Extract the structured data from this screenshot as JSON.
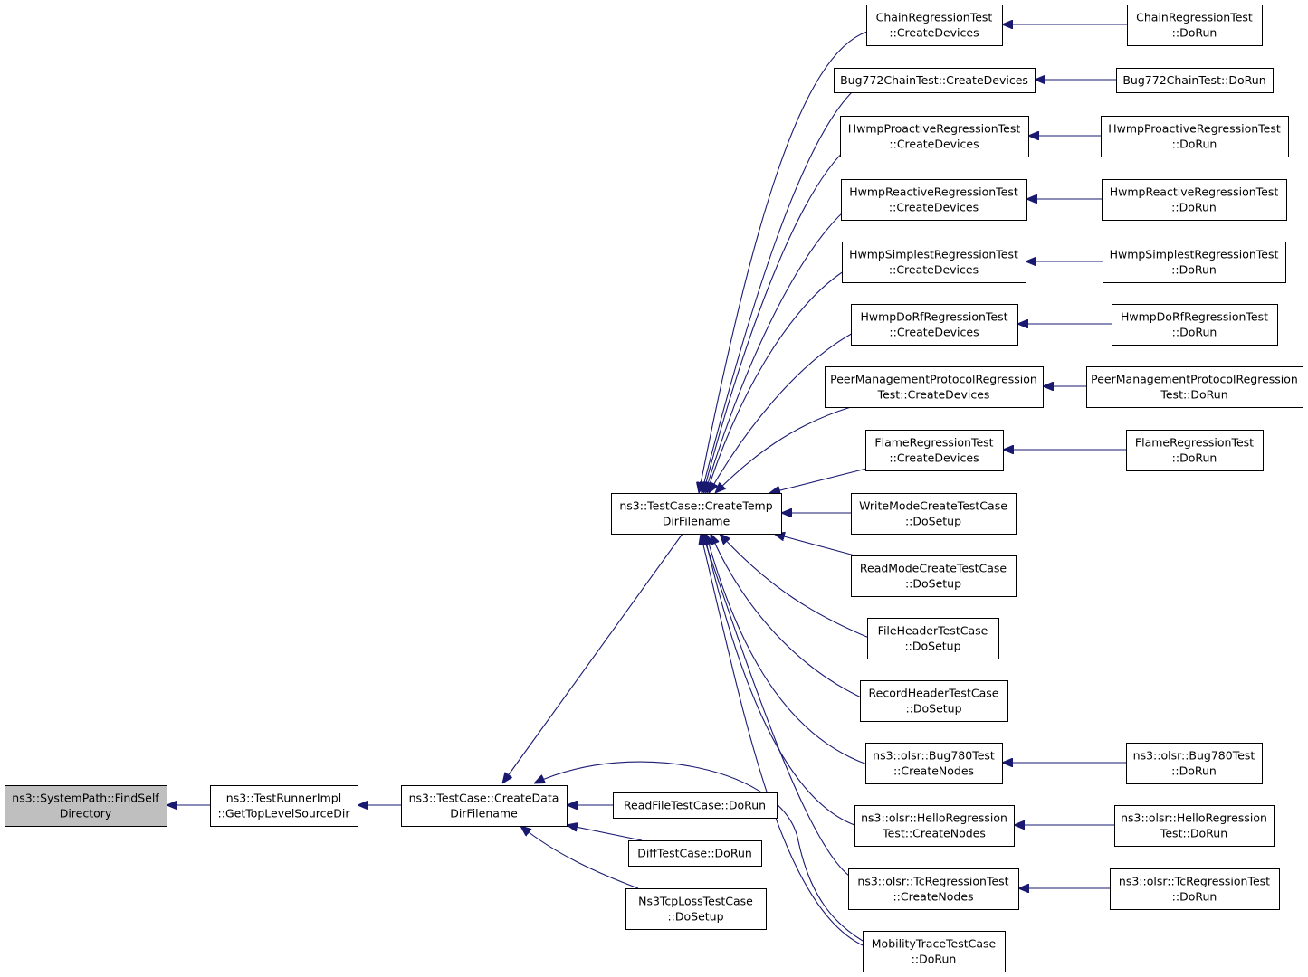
{
  "diagram": {
    "type": "doxygen-caller-graph",
    "colors": {
      "edge": "#191970",
      "root_fill": "#bfbfbf",
      "node_fill": "#ffffff",
      "node_border": "#000000"
    },
    "nodes": [
      {
        "id": "findself",
        "lines": [
          "ns3::SystemPath::FindSelf",
          "Directory"
        ],
        "root": true
      },
      {
        "id": "gettoplevel",
        "lines": [
          "ns3::TestRunnerImpl",
          "::GetTopLevelSourceDir"
        ]
      },
      {
        "id": "createdata",
        "lines": [
          "ns3::TestCase::CreateData",
          "DirFilename"
        ]
      },
      {
        "id": "createtemp",
        "lines": [
          "ns3::TestCase::CreateTemp",
          "DirFilename"
        ]
      },
      {
        "id": "chain_cd",
        "lines": [
          "ChainRegressionTest",
          "::CreateDevices"
        ]
      },
      {
        "id": "bug772_cd",
        "lines": [
          "Bug772ChainTest::CreateDevices"
        ]
      },
      {
        "id": "hwmppro_cd",
        "lines": [
          "HwmpProactiveRegressionTest",
          "::CreateDevices"
        ]
      },
      {
        "id": "hwmpreact_cd",
        "lines": [
          "HwmpReactiveRegressionTest",
          "::CreateDevices"
        ]
      },
      {
        "id": "hwmpsimp_cd",
        "lines": [
          "HwmpSimplestRegressionTest",
          "::CreateDevices"
        ]
      },
      {
        "id": "hwmpdorf_cd",
        "lines": [
          "HwmpDoRfRegressionTest",
          "::CreateDevices"
        ]
      },
      {
        "id": "peer_cd",
        "lines": [
          "PeerManagementProtocolRegression",
          "Test::CreateDevices"
        ]
      },
      {
        "id": "flame_cd",
        "lines": [
          "FlameRegressionTest",
          "::CreateDevices"
        ]
      },
      {
        "id": "writemode",
        "lines": [
          "WriteModeCreateTestCase",
          "::DoSetup"
        ]
      },
      {
        "id": "readmode",
        "lines": [
          "ReadModeCreateTestCase",
          "::DoSetup"
        ]
      },
      {
        "id": "fileheader",
        "lines": [
          "FileHeaderTestCase",
          "::DoSetup"
        ]
      },
      {
        "id": "recordheader",
        "lines": [
          "RecordHeaderTestCase",
          "::DoSetup"
        ]
      },
      {
        "id": "bug780_cn",
        "lines": [
          "ns3::olsr::Bug780Test",
          "::CreateNodes"
        ]
      },
      {
        "id": "hello_cn",
        "lines": [
          "ns3::olsr::HelloRegression",
          "Test::CreateNodes"
        ]
      },
      {
        "id": "tc_cn",
        "lines": [
          "ns3::olsr::TcRegressionTest",
          "::CreateNodes"
        ]
      },
      {
        "id": "mobility",
        "lines": [
          "MobilityTraceTestCase",
          "::DoRun"
        ]
      },
      {
        "id": "readfile",
        "lines": [
          "ReadFileTestCase::DoRun"
        ]
      },
      {
        "id": "diff",
        "lines": [
          "DiffTestCase::DoRun"
        ]
      },
      {
        "id": "ns3tcp",
        "lines": [
          "Ns3TcpLossTestCase",
          "::DoSetup"
        ]
      },
      {
        "id": "chain_run",
        "lines": [
          "ChainRegressionTest",
          "::DoRun"
        ]
      },
      {
        "id": "bug772_run",
        "lines": [
          "Bug772ChainTest::DoRun"
        ]
      },
      {
        "id": "hwmppro_run",
        "lines": [
          "HwmpProactiveRegressionTest",
          "::DoRun"
        ]
      },
      {
        "id": "hwmpreact_run",
        "lines": [
          "HwmpReactiveRegressionTest",
          "::DoRun"
        ]
      },
      {
        "id": "hwmpsimp_run",
        "lines": [
          "HwmpSimplestRegressionTest",
          "::DoRun"
        ]
      },
      {
        "id": "hwmpdorf_run",
        "lines": [
          "HwmpDoRfRegressionTest",
          "::DoRun"
        ]
      },
      {
        "id": "peer_run",
        "lines": [
          "PeerManagementProtocolRegression",
          "Test::DoRun"
        ]
      },
      {
        "id": "flame_run",
        "lines": [
          "FlameRegressionTest",
          "::DoRun"
        ]
      },
      {
        "id": "bug780_run",
        "lines": [
          "ns3::olsr::Bug780Test",
          "::DoRun"
        ]
      },
      {
        "id": "hello_run",
        "lines": [
          "ns3::olsr::HelloRegression",
          "Test::DoRun"
        ]
      },
      {
        "id": "tc_run",
        "lines": [
          "ns3::olsr::TcRegressionTest",
          "::DoRun"
        ]
      }
    ],
    "edges": [
      {
        "from": "gettoplevel",
        "to": "findself"
      },
      {
        "from": "createdata",
        "to": "gettoplevel"
      },
      {
        "from": "createtemp",
        "to": "createdata"
      },
      {
        "from": "mobility",
        "to": "createdata"
      },
      {
        "from": "readfile",
        "to": "createdata"
      },
      {
        "from": "diff",
        "to": "createdata"
      },
      {
        "from": "ns3tcp",
        "to": "createdata"
      },
      {
        "from": "chain_cd",
        "to": "createtemp"
      },
      {
        "from": "bug772_cd",
        "to": "createtemp"
      },
      {
        "from": "hwmppro_cd",
        "to": "createtemp"
      },
      {
        "from": "hwmpreact_cd",
        "to": "createtemp"
      },
      {
        "from": "hwmpsimp_cd",
        "to": "createtemp"
      },
      {
        "from": "hwmpdorf_cd",
        "to": "createtemp"
      },
      {
        "from": "peer_cd",
        "to": "createtemp"
      },
      {
        "from": "flame_cd",
        "to": "createtemp"
      },
      {
        "from": "writemode",
        "to": "createtemp"
      },
      {
        "from": "readmode",
        "to": "createtemp"
      },
      {
        "from": "fileheader",
        "to": "createtemp"
      },
      {
        "from": "recordheader",
        "to": "createtemp"
      },
      {
        "from": "bug780_cn",
        "to": "createtemp"
      },
      {
        "from": "hello_cn",
        "to": "createtemp"
      },
      {
        "from": "tc_cn",
        "to": "createtemp"
      },
      {
        "from": "mobility",
        "to": "createtemp"
      },
      {
        "from": "chain_run",
        "to": "chain_cd"
      },
      {
        "from": "bug772_run",
        "to": "bug772_cd"
      },
      {
        "from": "hwmppro_run",
        "to": "hwmppro_cd"
      },
      {
        "from": "hwmpreact_run",
        "to": "hwmpreact_cd"
      },
      {
        "from": "hwmpsimp_run",
        "to": "hwmpsimp_cd"
      },
      {
        "from": "hwmpdorf_run",
        "to": "hwmpdorf_cd"
      },
      {
        "from": "peer_run",
        "to": "peer_cd"
      },
      {
        "from": "flame_run",
        "to": "flame_cd"
      },
      {
        "from": "bug780_run",
        "to": "bug780_cn"
      },
      {
        "from": "hello_run",
        "to": "hello_cn"
      },
      {
        "from": "tc_run",
        "to": "tc_cn"
      }
    ]
  }
}
